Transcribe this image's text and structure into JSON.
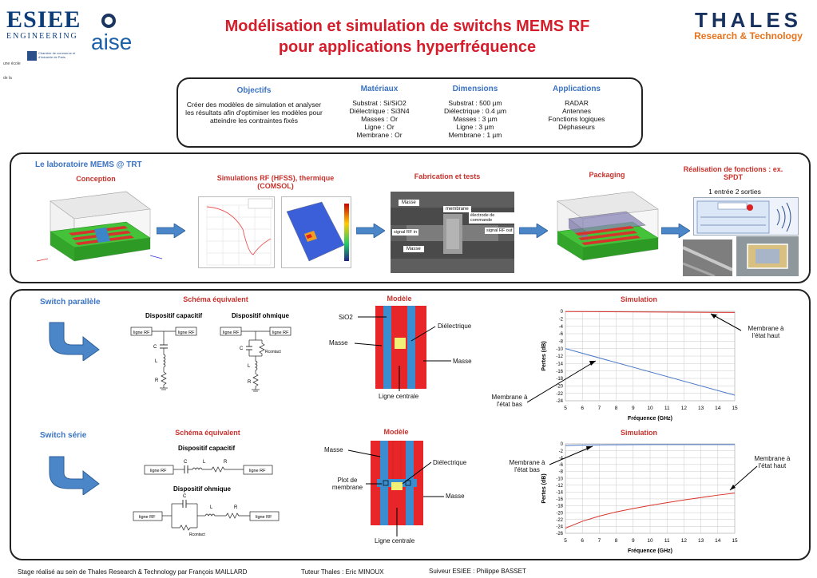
{
  "header": {
    "title_line1": "Modélisation et simulation de switchs MEMS RF",
    "title_line2": "pour applications hyperfréquence",
    "esiee_name": "ESIEE",
    "esiee_sub": "ENGINEERING",
    "esiee_tag": "une école de la",
    "cci_text": "Chambre de commerce et d'industrie de Paris",
    "aise_text": "aise",
    "thales_name": "THALES",
    "thales_sub": "Research & Technology"
  },
  "summary": {
    "objectifs": {
      "title": "Objectifs",
      "text": "Créer des modèles de simulation et analyser les résultats afin d'optimiser les modèles pour atteindre les contraintes fixés"
    },
    "materiaux": {
      "title": "Matériaux",
      "lines": [
        "Substrat : Si/SiO2",
        "Diélectrique : Si3N4",
        "Masses : Or",
        "Ligne : Or",
        "Membrane : Or"
      ]
    },
    "dimensions": {
      "title": "Dimensions",
      "lines": [
        "Substrat : 500 µm",
        "Diélectrique : 0.4 µm",
        "Masses : 3 µm",
        "Ligne : 3 µm",
        "Membrane : 1 µm"
      ]
    },
    "applications": {
      "title": "Applications",
      "lines": [
        "RADAR",
        "Antennes",
        "Fonctions logiques",
        "Déphaseurs"
      ]
    }
  },
  "lab": {
    "title": "Le laboratoire MEMS @ TRT",
    "conception": "Conception",
    "simulations_line1": "Simulations RF (HFSS), thermique",
    "simulations_line2": "(COMSOL)",
    "fabrication": "Fabrication et tests",
    "packaging": "Packaging",
    "realisation_line1": "Réalisation de fonctions : ex.",
    "realisation_line2": "SPDT",
    "realisation_sub": "1 entrée 2 sorties",
    "sem_labels": {
      "masse_top": "Masse",
      "membrane": "membrane",
      "electrode": "électrode de commande",
      "signal_in": "signal RF in",
      "signal_out": "signal RF out",
      "masse_bottom": "Masse"
    }
  },
  "parallel": {
    "title": "Switch parallèle",
    "schema_title": "Schéma équivalent",
    "capacitif": "Dispositif capacitif",
    "ohmique": "Dispositif ohmique",
    "ligne_rf": "ligne RF",
    "c": "C",
    "l": "L",
    "r": "R",
    "rcontact": "Rcontact",
    "model_title": "Modèle",
    "sio2": "SiO2",
    "dielectrique": "Diélectrique",
    "masse_left": "Masse",
    "masse_right": "Masse",
    "ligne_centrale": "Ligne centrale",
    "sim_title": "Simulation",
    "annot_haut": "Membrane à l'état haut",
    "annot_bas": "Membrane à l'état bas"
  },
  "serie": {
    "title": "Switch série",
    "schema_title": "Schéma équivalent",
    "capacitif": "Dispositif capacitif",
    "ohmique": "Dispositif ohmique",
    "ligne_rf": "ligne RF",
    "c": "C",
    "l": "L",
    "r": "R",
    "rcontact": "Rcontact",
    "model_title": "Modèle",
    "masse_top": "Masse",
    "dielectrique": "Diélectrique",
    "plot_line1": "Plot de",
    "plot_line2": "membrane",
    "masse_right": "Masse",
    "ligne_centrale": "Ligne centrale",
    "sim_title": "Simulation",
    "annot_bas": "Membrane à l'état bas",
    "annot_haut": "Membrane à l'état haut"
  },
  "chart_data": [
    {
      "type": "line",
      "title": "Simulation",
      "xlabel": "Fréquence (GHz)",
      "ylabel": "Pertes (dB)",
      "x": [
        5,
        15
      ],
      "xlim": [
        5,
        15
      ],
      "ylim": [
        -24,
        0
      ],
      "xticks": [
        5,
        6,
        7,
        8,
        9,
        10,
        11,
        12,
        13,
        14,
        15
      ],
      "yticks": [
        0,
        -2,
        -4,
        -6,
        -8,
        -10,
        -12,
        -14,
        -16,
        -18,
        -20,
        -22,
        -24
      ],
      "grid": true,
      "series": [
        {
          "name": "Membrane à l'état haut",
          "color": "#d9332b",
          "x": [
            5,
            15
          ],
          "y": [
            -0.05,
            -0.3
          ]
        },
        {
          "name": "Membrane à l'état bas",
          "color": "#4a78c8",
          "x": [
            5,
            15
          ],
          "y": [
            -10,
            -22.5
          ]
        }
      ]
    },
    {
      "type": "line",
      "title": "Simulation",
      "xlabel": "Fréquence (GHz)",
      "ylabel": "Pertes (dB)",
      "xlim": [
        5,
        15
      ],
      "ylim": [
        -26,
        0
      ],
      "xticks": [
        5,
        6,
        7,
        8,
        9,
        10,
        11,
        12,
        13,
        14,
        15
      ],
      "yticks": [
        0,
        -2,
        -4,
        -6,
        -8,
        -10,
        -12,
        -14,
        -16,
        -18,
        -20,
        -22,
        -24,
        -26
      ],
      "grid": true,
      "series": [
        {
          "name": "Membrane à l'état bas",
          "color": "#4a78c8",
          "x": [
            5,
            6,
            7,
            8,
            9,
            10,
            11,
            12,
            13,
            14,
            15
          ],
          "y": [
            -0.5,
            -0.35,
            -0.3,
            -0.25,
            -0.22,
            -0.2,
            -0.2,
            -0.2,
            -0.2,
            -0.2,
            -0.2
          ]
        },
        {
          "name": "Membrane à l'état haut",
          "color": "#d9332b",
          "x": [
            5,
            6,
            7,
            8,
            9,
            10,
            11,
            12,
            13,
            14,
            15
          ],
          "y": [
            -24.5,
            -22.5,
            -21,
            -19.8,
            -18.8,
            -17.9,
            -17.1,
            -16.3,
            -15.6,
            -14.9,
            -14.3
          ]
        }
      ]
    }
  ],
  "footer": {
    "stage": "Stage réalisé au sein de Thales Research & Technology par François MAILLARD",
    "tuteur": "Tuteur Thales : Eric MINOUX",
    "suiveur": "Suiveur ESIEE : Philippe BASSET"
  }
}
